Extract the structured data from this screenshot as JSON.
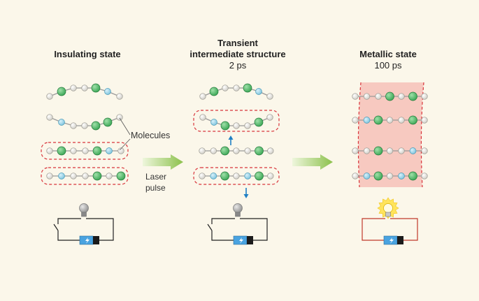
{
  "panels": [
    {
      "title_line1": "Insulating state",
      "title_line2": "",
      "time": ""
    },
    {
      "title_line1": "Transient",
      "title_line2": "intermediate structure",
      "time": "2 ps"
    },
    {
      "title_line1": "Metallic state",
      "title_line2": "",
      "time": "100 ps"
    }
  ],
  "labels": {
    "molecules": "Molecules",
    "laser_line1": "Laser",
    "laser_line2": "pulse"
  },
  "colors": {
    "background": "#fbf7ea",
    "atom_green": "#3aa655",
    "atom_blue": "#7cc3dd",
    "atom_grey": "#cfcdc6",
    "dashed_outline": "#d8343a",
    "metallic_shade": "#f7c9c0",
    "arrow_green": "#8cc14c",
    "arrow_blue": "#1f7fc4",
    "circuit_off": "#222222",
    "circuit_on": "#c0392b",
    "bulb_glow": "#ffe45c"
  },
  "icons": [
    "light-bulb-icon",
    "battery-icon",
    "switch-icon",
    "laser-arrow-icon",
    "displacement-arrow-icon"
  ]
}
